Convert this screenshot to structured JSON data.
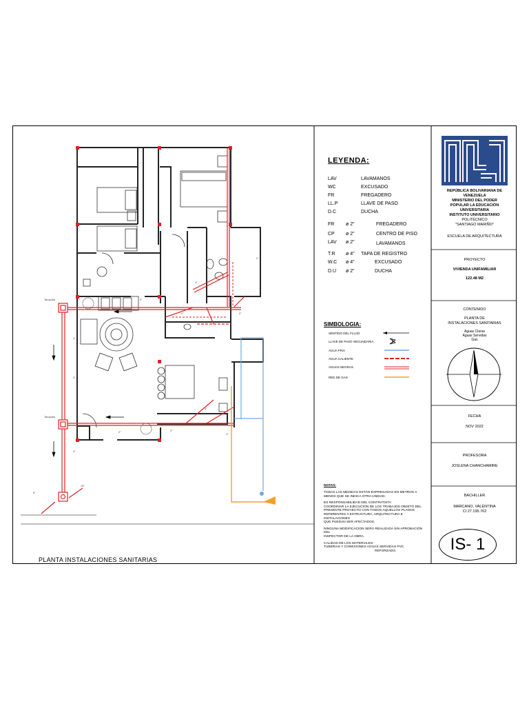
{
  "legend": {
    "title": "LEYENDA:",
    "items": [
      {
        "code": "LAV",
        "desc": "LAVAMANOS"
      },
      {
        "code": "WC",
        "desc": "EXCUSADO"
      },
      {
        "code": "FR",
        "desc": "FREGADERO"
      },
      {
        "code": "LL.P",
        "desc": "LLAVE DE PASO"
      },
      {
        "code": "D.C",
        "desc": "DUCHA"
      }
    ],
    "diameters": [
      {
        "code": "FR",
        "dia": "ø 2\"",
        "desc": "FREGADERO"
      },
      {
        "code": "CP",
        "dia": "ø 2\"",
        "desc": "CENTRO DE PISO"
      },
      {
        "code": "LAV",
        "dia": "ø 2\"",
        "desc": "LAVAMANOS"
      },
      {
        "code": "T.R",
        "dia": "ø 4\"",
        "desc": "TAPA DE REGISTRO"
      },
      {
        "code": "W.C",
        "dia": "ø 4\"",
        "desc": "EXCUSADO"
      },
      {
        "code": "D.U",
        "dia": "ø 2\"",
        "desc": "DUCHA"
      }
    ]
  },
  "symbology": {
    "title": "SIMBOLOGIA:",
    "items": [
      {
        "label": "SENTIDO DEL FLUJO",
        "kind": "arrow",
        "color": "#000000"
      },
      {
        "label": "LLAVE DE PASO SECUNDARIA",
        "kind": "valve",
        "color": "#000000"
      },
      {
        "label": "AGUA FRIA",
        "kind": "line",
        "color": "#6fa8dc"
      },
      {
        "label": "AGUA CALIENTE",
        "kind": "dash",
        "color": "#e02020"
      },
      {
        "label": "AGUAS NEGRAS",
        "kind": "double",
        "color": "#e02020"
      },
      {
        "label": "RED DE GAS",
        "kind": "line",
        "color": "#f4a030"
      }
    ]
  },
  "notes": {
    "title": "NOTAS:",
    "lines": [
      "TODAS LAS MEDIDAS ESTÁN EXPRESADAS EN METROS A",
      "MENOS QUE SE INDICA OTRA UNIDAD.",
      "",
      "ES RESPONSABILIDAD DEL CONTRATISTA",
      "COORDINAR LA EJECUCIÓN DE LOS TRABAJOS OBJETO DEL",
      "PRESENTE PROYECTO CON TODOS AQUELLOS PLANOS",
      "REFERENTES A ESTRUCTURA, ARQUITECTURA E INSTALACIONES",
      "QUE PUEDAN SER AFECTADOS.",
      "",
      "NINGUNA MODIFICACION SERÁ REALIZADA SIN APROBACIÓN DEL",
      "INSPECTOR DE LA OBRA.",
      "",
      "CALIDAD DE LOS MATERIALES:",
      "TUBERIAS Y CONEXIONES AGUAS SERVIDAS PVC",
      "REFORZADO."
    ]
  },
  "title_block": {
    "institution": [
      "REPÚBLICA BOLIVARIANA DE",
      "VENEZUELA",
      "MINISTERIO DEL PODER",
      "POPULAR LA EDUCACIÓN",
      "UNIVERSITARIA",
      "INSTITUTO UNIVERSITARIO"
    ],
    "institution_sub": [
      "POLITÉCNICO",
      "\"SANTIAGO MARIÑO\""
    ],
    "school": "ESCUELA DE ARQUITECTURA",
    "project_label": "PROYECTO",
    "project_name": "VIVIENDA UNIFAMILIAR",
    "project_area": "122.48 M2",
    "content_label": "CONTENIDO",
    "content_lines": [
      "PLANTA DE",
      "INSTALACIONES SANITARIAS",
      "Aguas Claras",
      "Aguas Servidas",
      "Gas"
    ],
    "date_label": "FECHA",
    "date_value": "NOV 2022",
    "teacher_label": "PROFESORA",
    "teacher_name": "JOSLENA CHANCHAMIRE",
    "student_label": "BACHILLER",
    "student_name": "MARCANO, VALENTINA",
    "student_id": "CI 27.195.762",
    "sheet_code": "IS- 1"
  },
  "plan": {
    "title": "PLANTA INSTALACIONES SANITARIAS",
    "pipe_labels": [
      "4\"",
      "4\"",
      "4\"",
      "4\"",
      "2\"",
      "2\"",
      "2\"",
      "4\"",
      "4\"",
      "2\"",
      "2\"",
      "4\"",
      "10\"",
      "6\""
    ],
    "tanquilla_labels": [
      "Tanquilla",
      "Tanquilla"
    ],
    "colors": {
      "sewer": "#e02020",
      "cold": "#6fa8dc",
      "gas": "#f4a030",
      "walls": "#222222"
    }
  }
}
